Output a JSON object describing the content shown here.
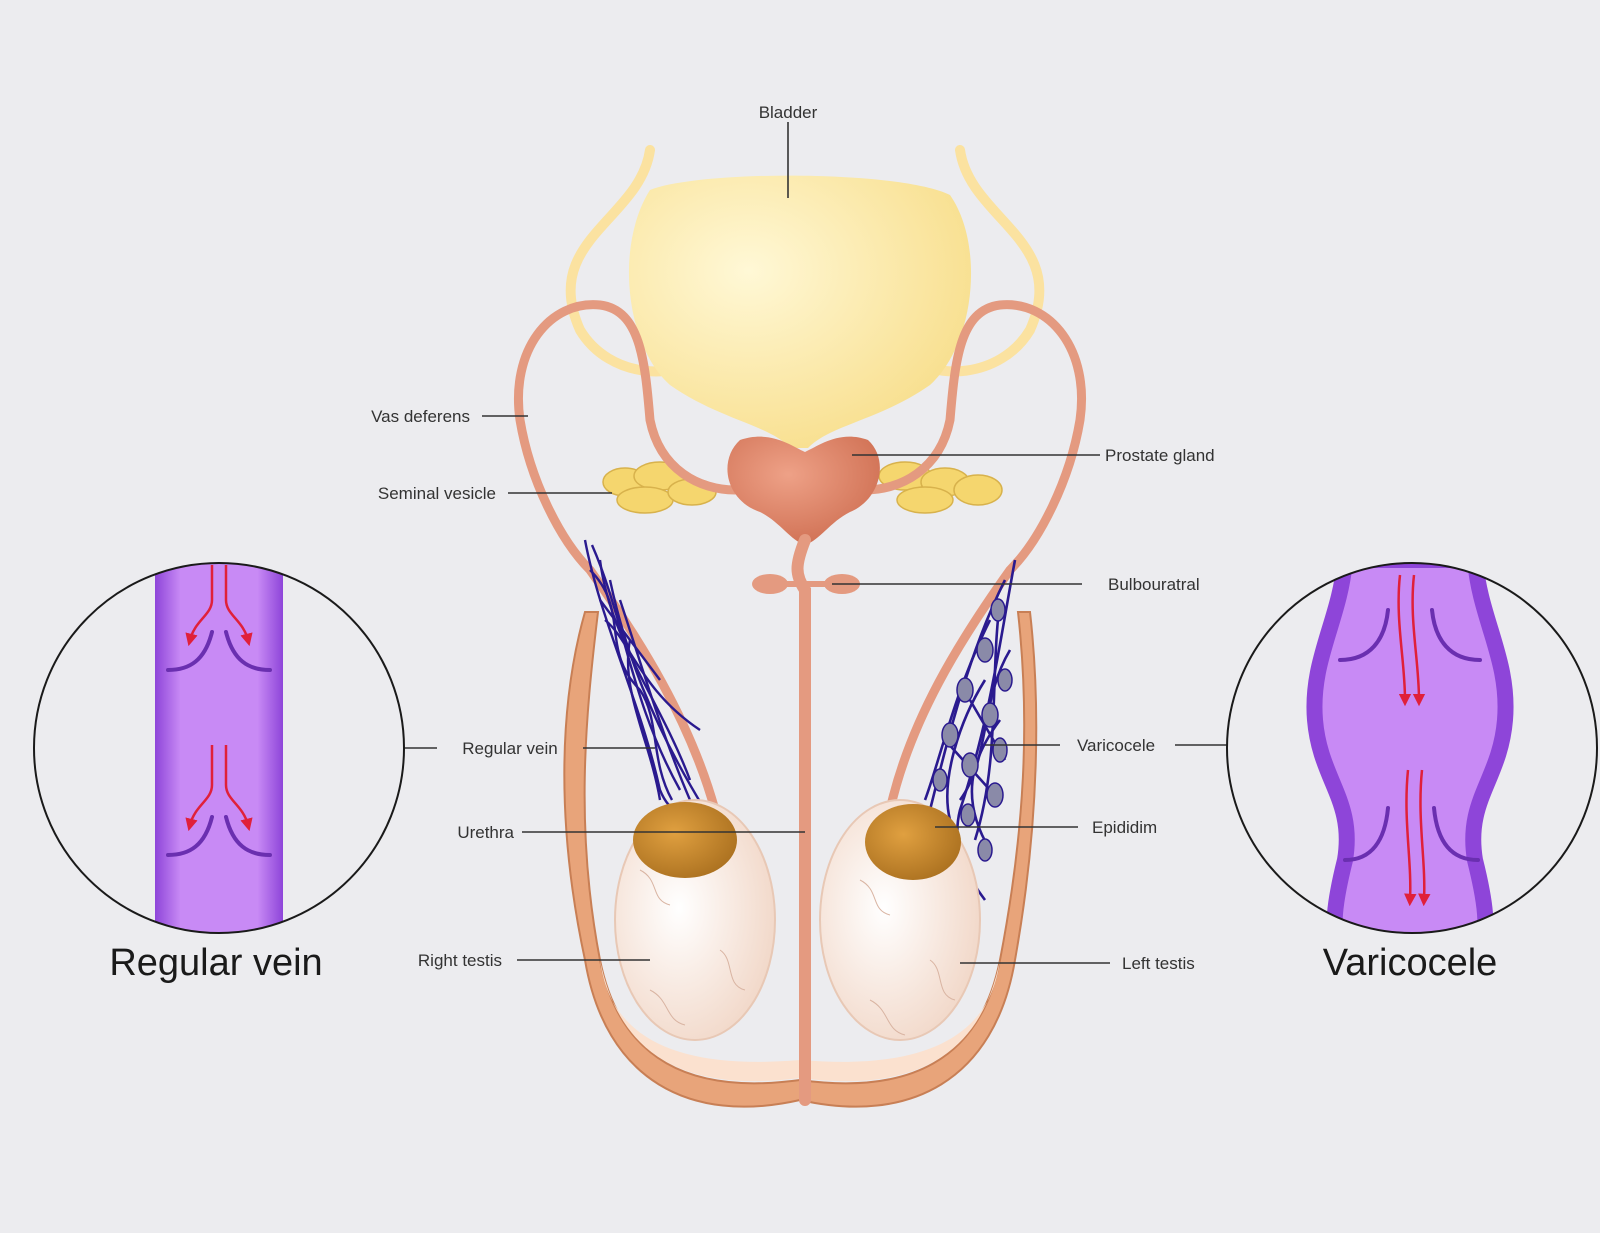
{
  "colors": {
    "background": "#ececef",
    "bladder": "#fbe9a8",
    "ureter": "#fbe2a0",
    "prostate": "#e08a6c",
    "duct": "#e49a80",
    "seminal_vesicle": "#f5d66e",
    "vein_blue": "#2a1a8f",
    "vein_purple": "#b46ee8",
    "epididymis": "#c98d2c",
    "testis": "#f8e6dc",
    "scrotum": "#e8a47a",
    "blood_arrow": "#e0203a"
  },
  "icons": [
    "vein-valve-icon",
    "blood-flow-arrow-icon"
  ],
  "labels": {
    "bladder": "Bladder",
    "vas_deferens": "Vas deferens",
    "seminal_vesicle": "Seminal vesicle",
    "prostate_gland": "Prostate gland",
    "bulbourethral": "Bulbouratral",
    "regular_vein": "Regular vein",
    "varicocele": "Varicocele",
    "urethra": "Urethra",
    "epididymis": "Epididim",
    "right_testis": "Right testis",
    "left_testis": "Left testis"
  },
  "captions": {
    "regular_vein": "Regular vein",
    "varicocele": "Varicocele"
  }
}
